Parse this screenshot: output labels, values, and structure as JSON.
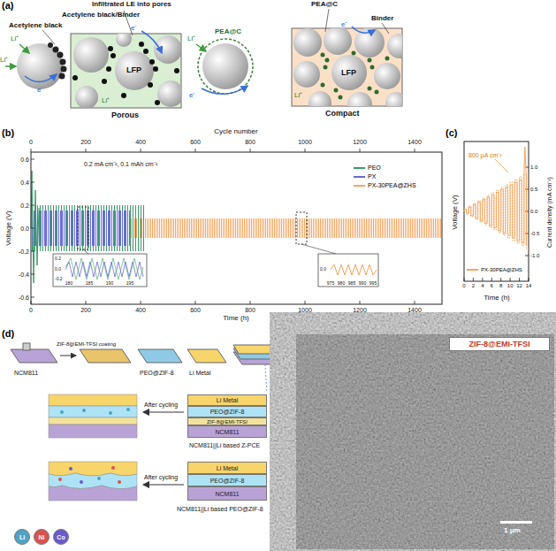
{
  "diagram": {
    "nodes": [
      {
        "text": [
          "Li Metal"
        ]
      },
      {
        "text": [
          "PEO@ZIF-8"
        ]
      },
      {
        "text": [
          "ZIF-8@EMI-TFSI"
        ]
      },
      {
        "text": [
          "NCM811"
        ]
      },
      {
        "text": [
          "Li Metal"
        ]
      },
      {
        "text": [
          "PEO@ZIF-8"
        ]
      },
      {
        "text": [
          "NCM811"
        ]
      },
      {
        "text": [
          "ZIF-8@EMI-TFSI"
        ]
      },
      {
        "text": [
          "Li"
        ]
      },
      {
        "text": [
          "Ni"
        ]
      },
      {
        "text": [
          "Co"
        ]
      }
    ],
    "labels": [
      "(a)",
      "Infiltrated LE into pores",
      "Acetylene black/Binder",
      "Acetylene black",
      "Li⁺",
      "Li⁺",
      "e⁻",
      "LFP",
      "e⁻",
      "Li⁺",
      "Porous",
      "PEA@C",
      "Li⁺",
      "e⁻",
      "PEA@C",
      "Binder",
      "e⁻",
      "LFP",
      "Li⁺",
      "Compact",
      "(b)",
      "Cycle number",
      "0",
      "200",
      "400",
      "600",
      "800",
      "1000",
      "1200",
      "1400",
      "0.2 mA cm⁻², 0.1 mAh cm⁻²",
      "Voltage (V)",
      "0.6",
      "0.4",
      "0.2",
      "0.0",
      "-0.2",
      "-0.4",
      "-0.6",
      "0",
      "200",
      "400",
      "600",
      "800",
      "1000",
      "1200",
      "1400",
      "Time (h)",
      "180",
      "185",
      "190",
      "195",
      "975",
      "980",
      "985",
      "990",
      "995",
      "0.2",
      "0.0",
      "-0.2",
      "0.0",
      "(c)",
      "Voltage (V)",
      "Current density (mA cm⁻²)",
      "800 μA cm⁻²",
      "Time (h)",
      "0",
      "2",
      "4",
      "6",
      "8",
      "10",
      "12",
      "14",
      "1.0",
      "0.5",
      "0.0",
      "-0.5",
      "-1.0",
      "(d)",
      "NCM811",
      "ZIF-8@EMI-TFSI coating",
      "PEO@ZIF-8",
      "Li Metal",
      "After cycling",
      "NCM811||Li based Z-PCE",
      "After cycling",
      "NCM811||Li based PEO@ZIF-8",
      "1 μm"
    ],
    "legend": [
      {
        "text": "PEO"
      },
      {
        "text": "PX"
      },
      {
        "text": "PX-30PEA@ZHS"
      },
      {
        "text": "PX-30PEA@ZHS"
      }
    ]
  }
}
